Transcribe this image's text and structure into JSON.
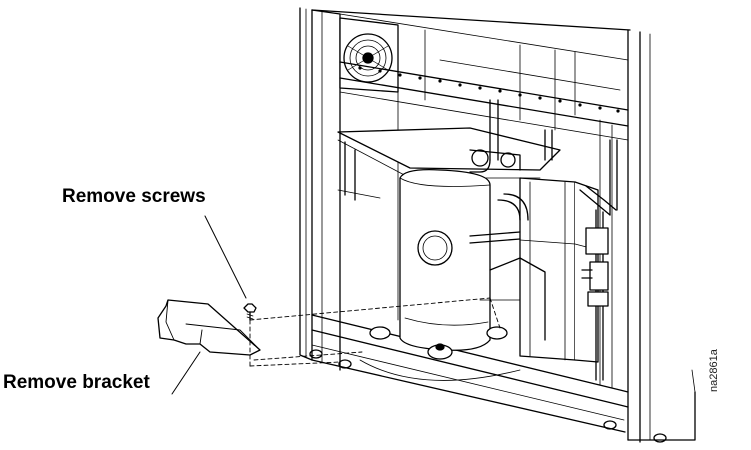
{
  "callouts": {
    "remove_screws": "Remove screws",
    "remove_bracket": "Remove bracket"
  },
  "figure_id": "na2861a",
  "colors": {
    "line": "#000000",
    "fill": "#ffffff",
    "shade": "#e6e6e6"
  }
}
